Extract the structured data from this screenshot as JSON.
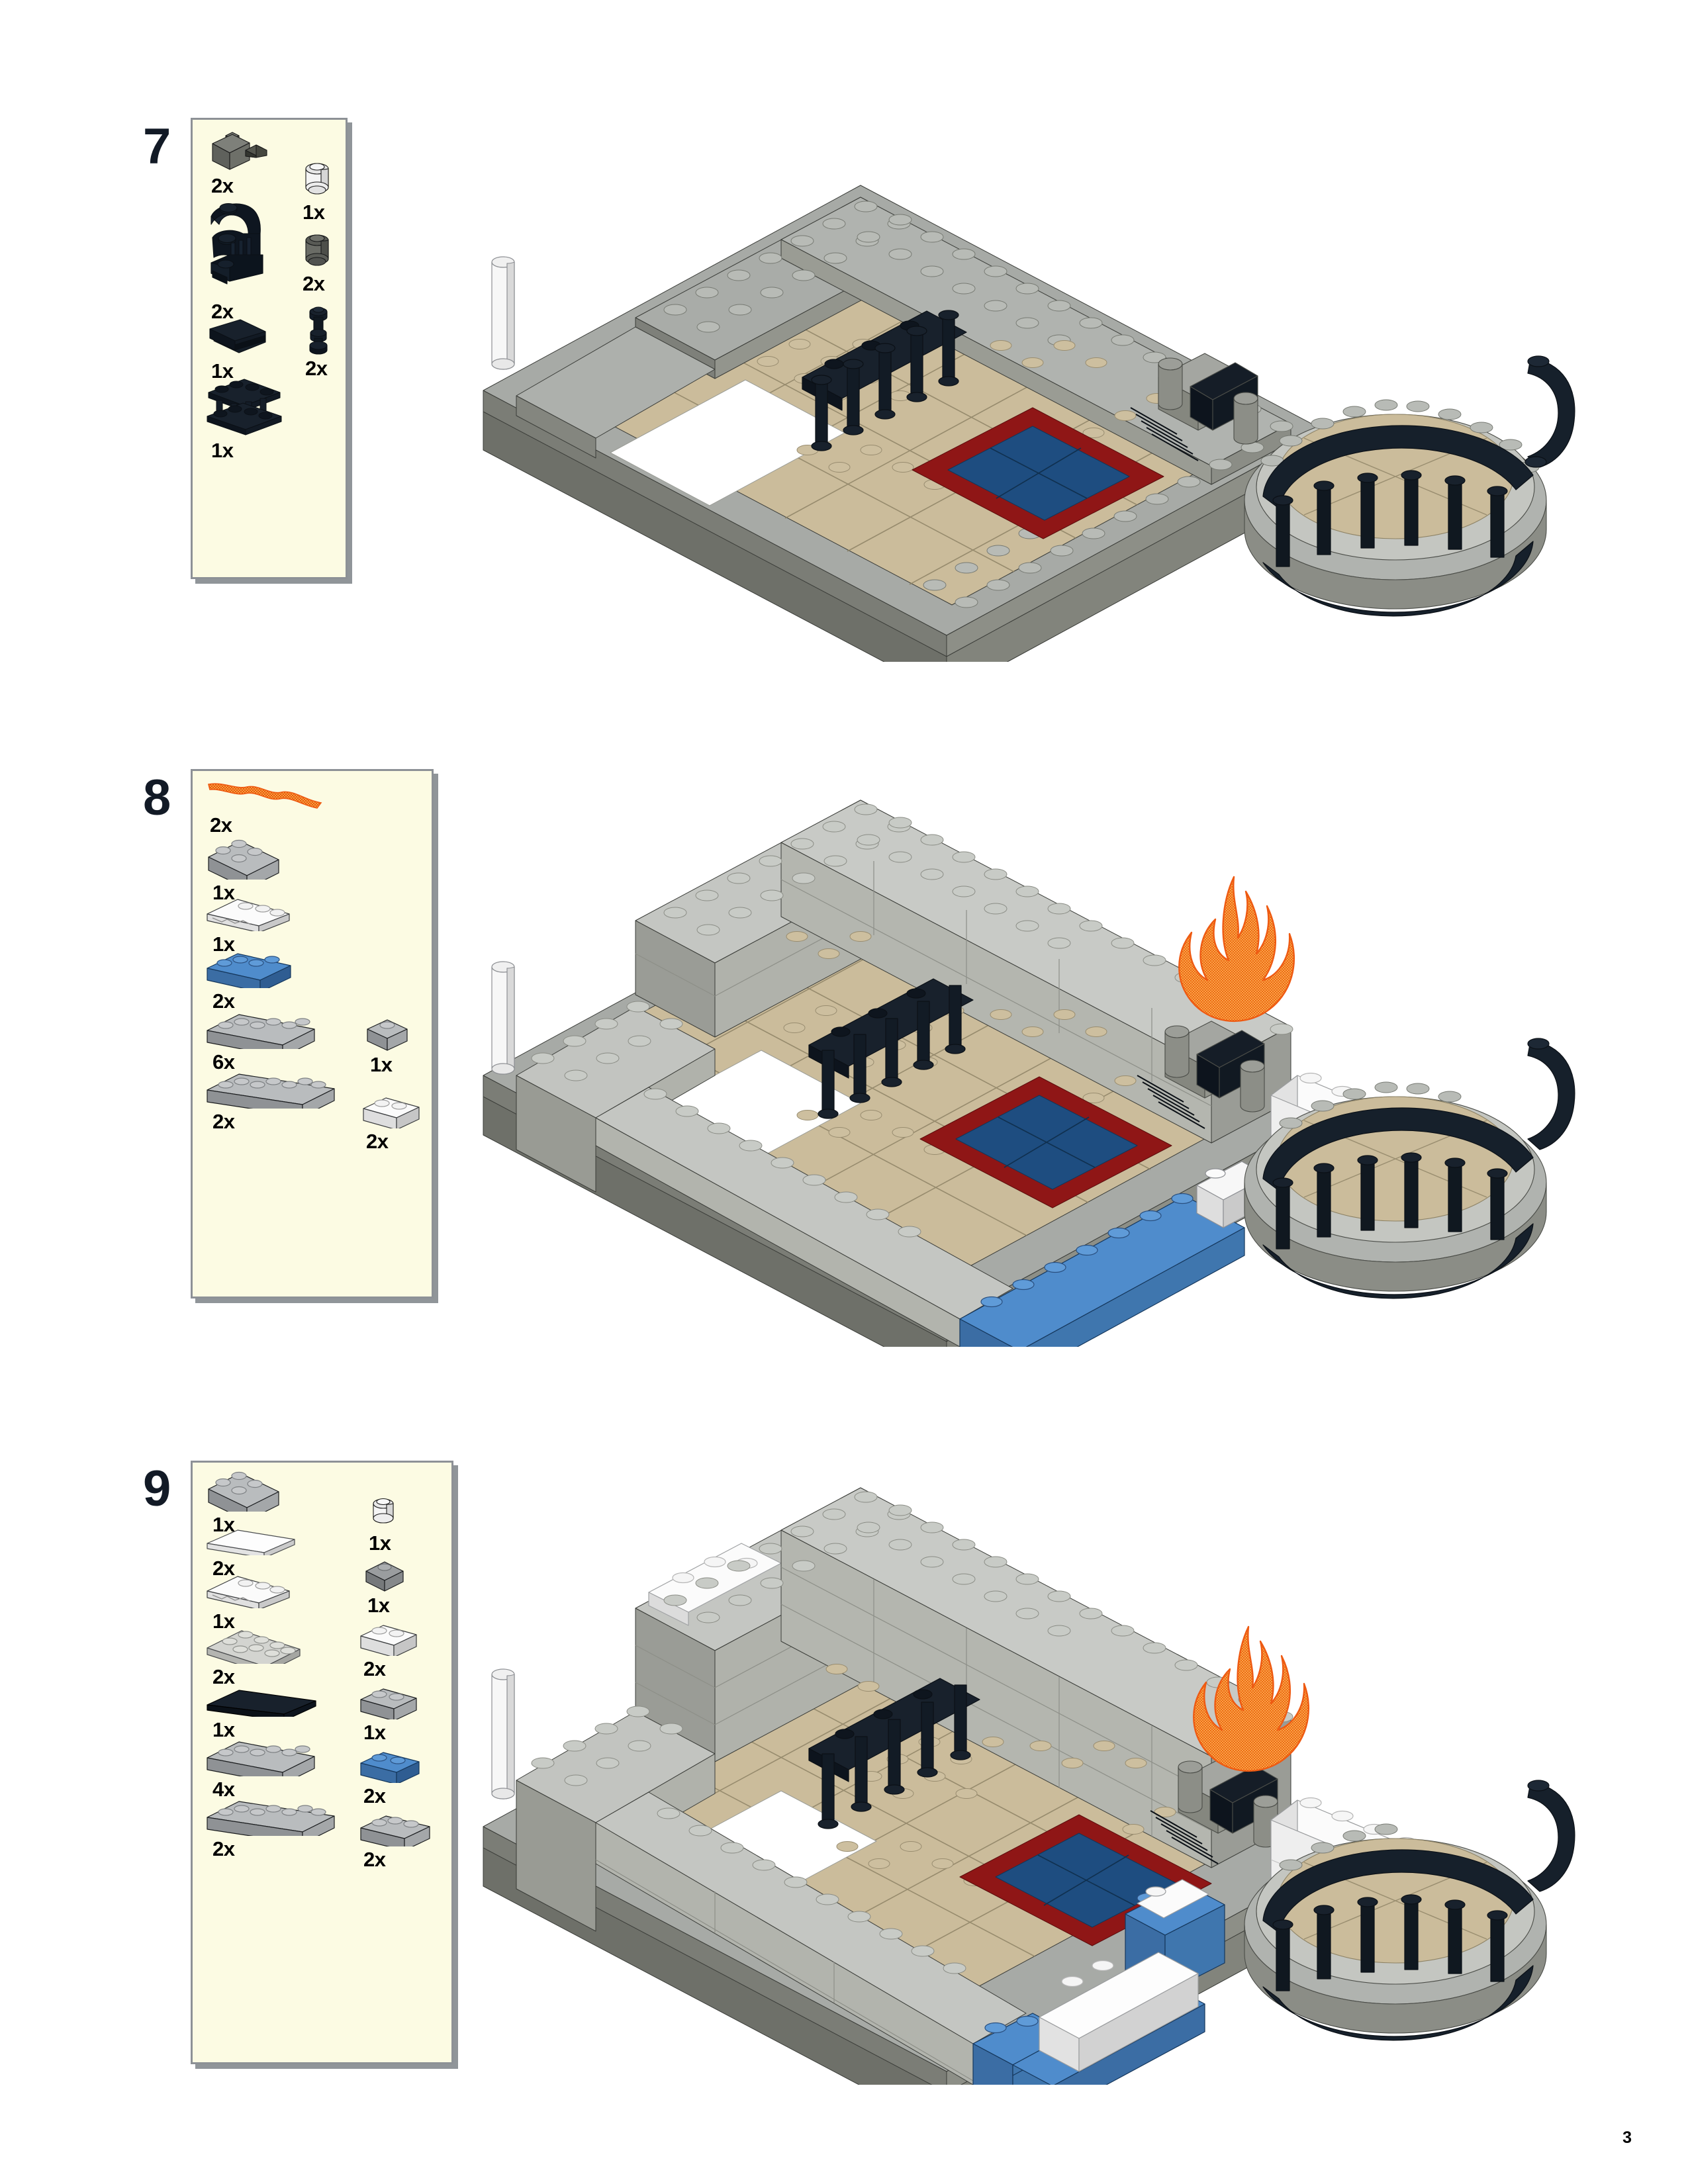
{
  "document": {
    "kind": "lego-building-instructions",
    "page_number": "3"
  },
  "palette": {
    "callout_fill": "#fcfbe3",
    "callout_border": "#8d9196",
    "callout_shadow": "#7d8287",
    "step_number_color": "#121a26",
    "light_bluish_gray": "#b9bcbe",
    "dark_bluish_gray": "#6c6e68",
    "very_light_gray": "#cfd0cc",
    "tan": "#cbbc9b",
    "dark_tan": "#b3a384",
    "black": "#101820",
    "white": "#ffffff",
    "blue": "#4f8ccc",
    "dark_blue": "#1e4d80",
    "dark_red": "#8f1616",
    "flame_orange": "#f08a24",
    "flame_outline": "#ee3a12",
    "olive_gray": "#7d8070"
  },
  "steps": [
    {
      "id": "step-7",
      "number": "7",
      "callout": {
        "columns": [
          {
            "name": "left-column",
            "parts": [
              {
                "name": "brick-1x1-with-clip",
                "qty": "2x",
                "color": "#6c6e68",
                "shape": "brick-1x1-clip"
              },
              {
                "name": "arch-quarter-dome-support",
                "qty": "2x",
                "color": "#101820",
                "shape": "curved-arch"
              },
              {
                "name": "panel-1x4x1",
                "qty": "1x",
                "color": "#101820",
                "shape": "panel"
              },
              {
                "name": "fence-colonnade-1x4x2",
                "qty": "1x",
                "color": "#101820",
                "shape": "colonnade"
              }
            ]
          },
          {
            "name": "right-column",
            "parts": [
              {
                "name": "brick-round-2x2",
                "qty": "1x",
                "color": "#f2f2f2",
                "shape": "round-brick"
              },
              {
                "name": "brick-round-2x2-dark",
                "qty": "2x",
                "color": "#6c6e68",
                "shape": "round-brick"
              },
              {
                "name": "column-bar-with-base",
                "qty": "2x",
                "color": "#101820",
                "shape": "column"
              }
            ]
          }
        ]
      },
      "model": {
        "name": "temple-floor-with-colonnade",
        "description": "Tan tiled floor on gray base with dark red and blue mosaic, black colonnade fence, black curved balustrade on right rotunda, white column at left."
      }
    },
    {
      "id": "step-8",
      "number": "8",
      "callout": {
        "columns": [
          {
            "name": "left-column",
            "parts": [
              {
                "name": "flame-piece",
                "qty": "2x",
                "color": "#f08a24",
                "shape": "flame"
              },
              {
                "name": "brick-2x3",
                "qty": "1x",
                "color": "#b9bcbe",
                "shape": "brick-2x3"
              },
              {
                "name": "wedge-plate-4x2",
                "qty": "1x",
                "color": "#ffffff",
                "shape": "wedge"
              },
              {
                "name": "brick-1x4-blue",
                "qty": "2x",
                "color": "#4f8ccc",
                "shape": "brick-1x4"
              },
              {
                "name": "brick-1x6-gray",
                "qty": "6x",
                "color": "#b9bcbe",
                "shape": "brick-1x6"
              },
              {
                "name": "brick-1x8-gray",
                "qty": "2x",
                "color": "#b9bcbe",
                "shape": "brick-1x8"
              }
            ]
          },
          {
            "name": "right-column",
            "parts": [
              {
                "name": "brick-1x1-gray",
                "qty": "1x",
                "color": "#b9bcbe",
                "shape": "brick-1x1"
              },
              {
                "name": "brick-1x2-white",
                "qty": "2x",
                "color": "#ffffff",
                "shape": "brick-1x2"
              }
            ]
          }
        ]
      },
      "model": {
        "name": "temple-with-gray-walls-and-flames",
        "description": "Gray perimeter walls added, blue brick course at front edge, orange flames beside the black altar, white wall section at right."
      }
    },
    {
      "id": "step-9",
      "number": "9",
      "callout": {
        "columns": [
          {
            "name": "left-column",
            "parts": [
              {
                "name": "brick-2x3",
                "qty": "1x",
                "color": "#b9bcbe",
                "shape": "brick-2x3"
              },
              {
                "name": "tile-1x4-white",
                "qty": "2x",
                "color": "#ffffff",
                "shape": "tile-1x4"
              },
              {
                "name": "wedge-plate-4x2",
                "qty": "1x",
                "color": "#ffffff",
                "shape": "wedge"
              },
              {
                "name": "plate-2x4",
                "qty": "2x",
                "color": "#cfd0cc",
                "shape": "plate-2x4"
              },
              {
                "name": "tile-1x6-black",
                "qty": "1x",
                "color": "#101820",
                "shape": "tile-1x6"
              },
              {
                "name": "brick-1x6-gray",
                "qty": "4x",
                "color": "#b9bcbe",
                "shape": "brick-1x6"
              },
              {
                "name": "brick-1x8-gray",
                "qty": "2x",
                "color": "#b9bcbe",
                "shape": "brick-1x8"
              }
            ]
          },
          {
            "name": "right-column",
            "parts": [
              {
                "name": "brick-round-2x2-white",
                "qty": "1x",
                "color": "#f2f2f2",
                "shape": "round-brick"
              },
              {
                "name": "brick-1x1-gray",
                "qty": "1x",
                "color": "#8e9194",
                "shape": "brick-1x1"
              },
              {
                "name": "brick-1x2-white",
                "qty": "2x",
                "color": "#ffffff",
                "shape": "brick-1x2"
              },
              {
                "name": "brick-1x2-gray",
                "qty": "1x",
                "color": "#b9bcbe",
                "shape": "brick-1x2"
              },
              {
                "name": "brick-1x2-blue",
                "qty": "2x",
                "color": "#4f8ccc",
                "shape": "brick-1x2"
              },
              {
                "name": "brick-1x3-gray",
                "qty": "2x",
                "color": "#b9bcbe",
                "shape": "brick-1x3"
              }
            ]
          }
        ]
      },
      "model": {
        "name": "temple-with-raised-walls-and-bench",
        "description": "Walls built higher with white plate accents, white tile bench in front of blue bricks, flames and black balustrade retained."
      }
    }
  ]
}
